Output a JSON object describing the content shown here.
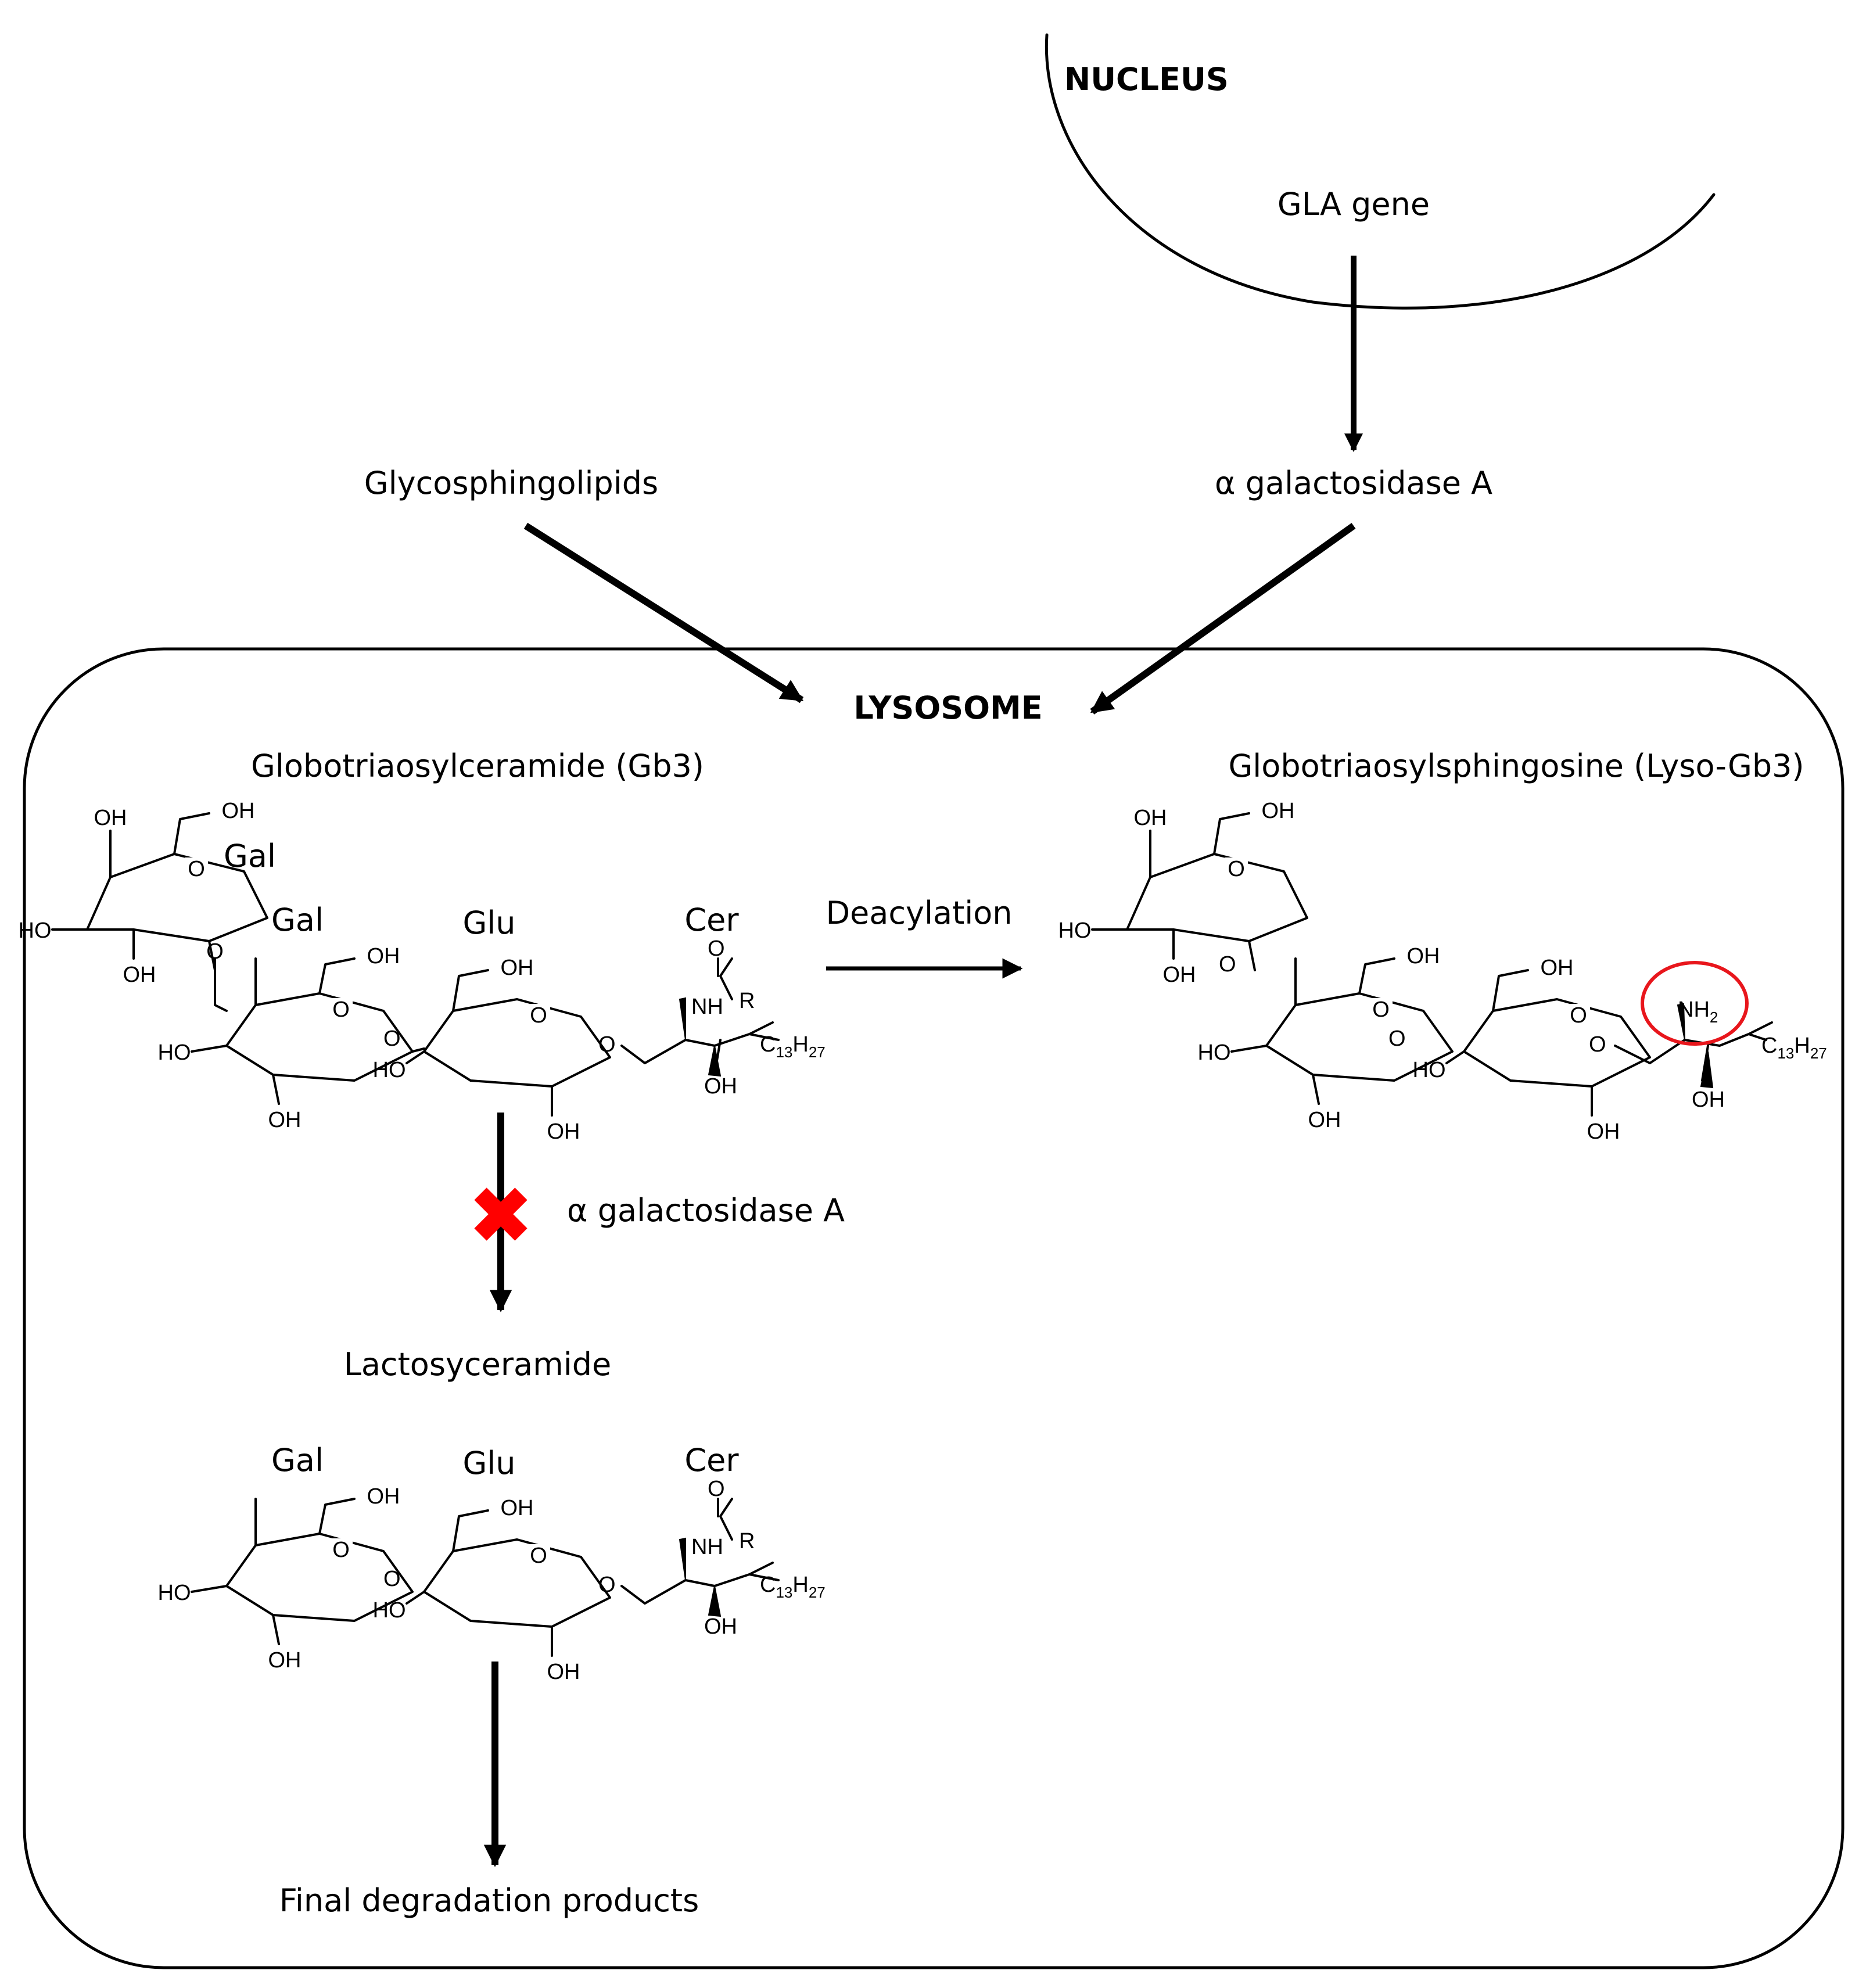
{
  "compartments": {
    "nucleus": "NUCLEUS",
    "lysosome": "LYSOSOME"
  },
  "labels": {
    "gla_gene": "GLA gene",
    "alpha_gal_a_top": "α galactosidase A",
    "glycosphingolipids": "Glycosphingolipids",
    "gb3_title": "Globotriaosylceramide (Gb3)",
    "lyso_gb3_title": "Globotriaosylsphingosine (Lyso-Gb3)",
    "deacylation": "Deacylation",
    "alpha_gal_a_blocked": "α galactosidase A",
    "lactosylceramide": "Lactosyceramide",
    "final_products": "Final degradation products"
  },
  "sugar_units": {
    "gal_terminal": "Gal",
    "gal": "Gal",
    "glu": "Glu",
    "cer": "Cer",
    "lac_gal": "Gal",
    "lac_glu": "Glu",
    "lac_cer": "Cer"
  },
  "chem_atoms": {
    "oh": "OH",
    "ho": "HO",
    "o": "O",
    "nh": "NH",
    "r": "R",
    "nh2": "NH",
    "c13h27_c": "C",
    "c13h27_sub1": "13",
    "c13h27_h": "H",
    "c13h27_sub2": "27",
    "nh2_sub": "2"
  },
  "colors": {
    "line": "#000000",
    "blocked_mark": "#ff0000",
    "highlight_circle": "#e8161c",
    "background": "#ffffff"
  },
  "icons": {
    "blocked_reaction": "red-x-mark",
    "amine_highlight": "red-circle"
  }
}
